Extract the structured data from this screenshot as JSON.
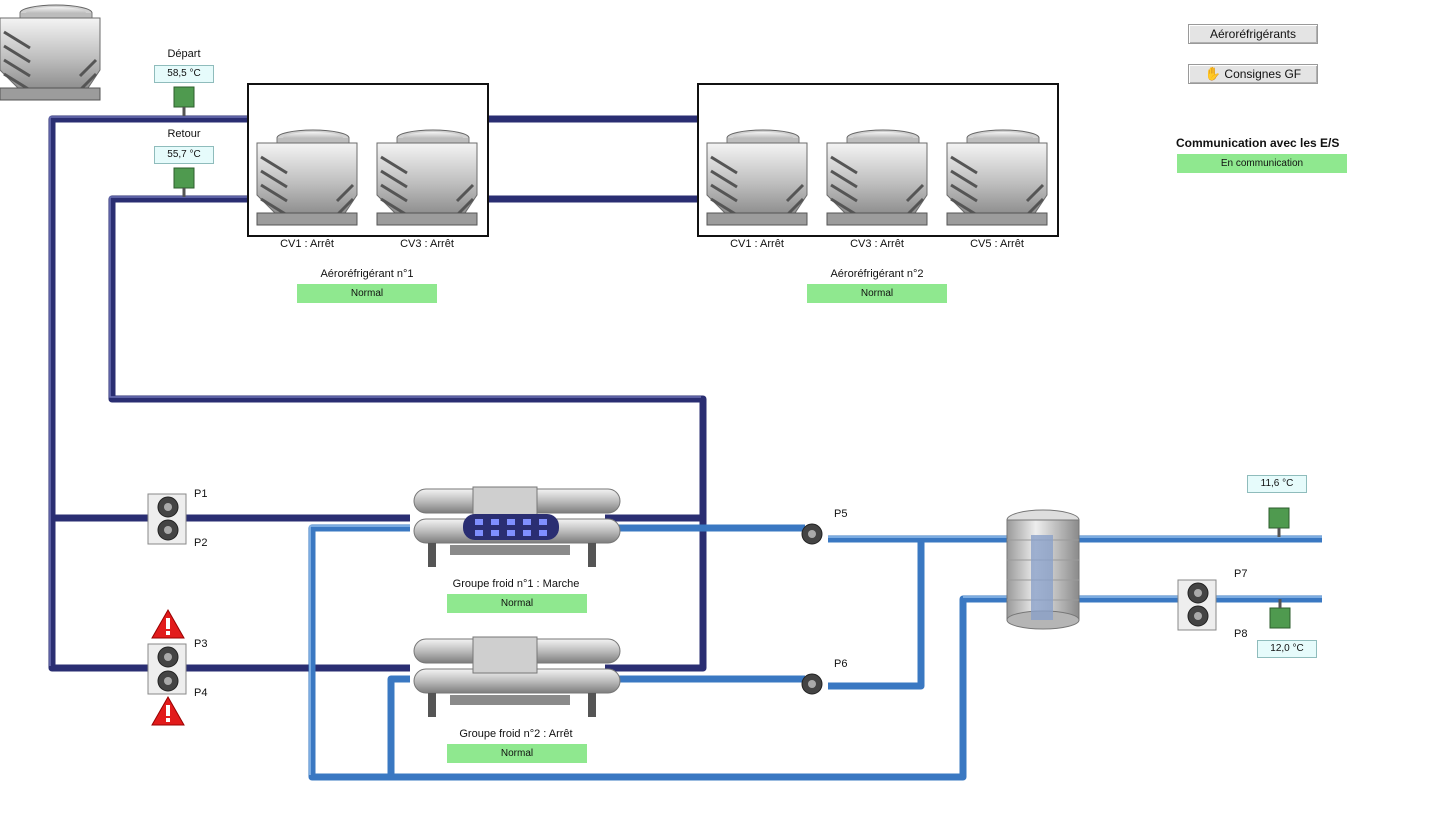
{
  "buttons": {
    "aero": "Aéroréfrigérants",
    "consignes": "Consignes GF"
  },
  "communication": {
    "title": "Communication avec les E/S",
    "status": "En communication"
  },
  "sensors": {
    "depart_label": "Départ",
    "depart_value": "58,5 °C",
    "retour_label": "Retour",
    "retour_value": "55,7 °C",
    "right_top": "11,6 °C",
    "right_bottom": "12,0 °C"
  },
  "aero1": {
    "title": "Aéroréfrigérant n°1",
    "status": "Normal",
    "fans": [
      "CV1 : Arrêt",
      "CV3 : Arrêt"
    ]
  },
  "aero2": {
    "title": "Aéroréfrigérant n°2",
    "status": "Normal",
    "fans": [
      "CV1 : Arrêt",
      "CV3 : Arrêt",
      "CV5 : Arrêt"
    ]
  },
  "gf1": {
    "title": "Groupe froid n°1 : Marche",
    "status": "Normal"
  },
  "gf2": {
    "title": "Groupe froid n°2 : Arrêt",
    "status": "Normal"
  },
  "pumps": {
    "p1": "P1",
    "p2": "P2",
    "p3": "P3",
    "p4": "P4",
    "p5": "P5",
    "p6": "P6",
    "p7": "P7",
    "p8": "P8"
  },
  "colors": {
    "dark_pipe": "#2a2e72",
    "blue_pipe": "#3a78c2",
    "status_green": "#8fe88f",
    "alarm_red": "#e21b1b"
  }
}
